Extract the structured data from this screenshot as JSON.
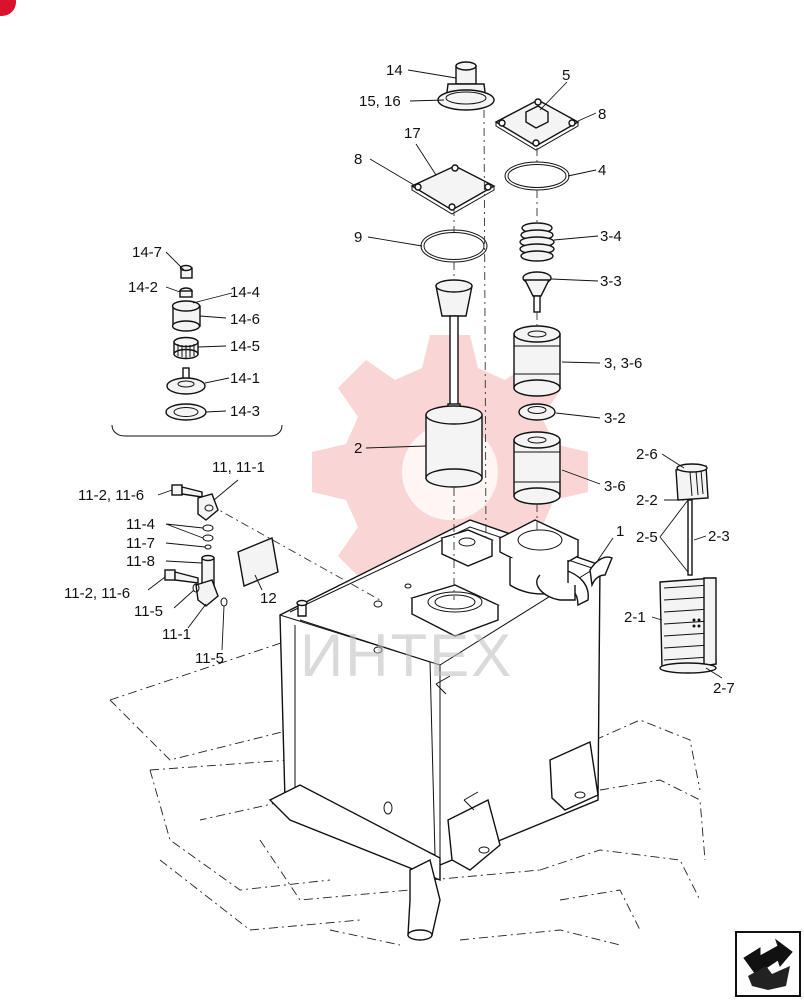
{
  "watermark": {
    "text": "ИНТЕХ",
    "color": "#e8403f"
  },
  "corner_badge": {
    "color": "#d9132c"
  },
  "navigation": {
    "icon": "next-page-arrow-icon"
  },
  "labels": {
    "l14": "14",
    "l15_16": "15, 16",
    "l17": "17",
    "l8a": "8",
    "l8b": "8",
    "l5": "5",
    "l4": "4",
    "l9": "9",
    "l3_4": "3-4",
    "l3_3": "3-3",
    "l3_36": "3, 3-6",
    "l3_2": "3-2",
    "l3_6": "3-6",
    "l2": "2",
    "l1": "1",
    "l2_6": "2-6",
    "l2_2": "2-2",
    "l2_5": "2-5",
    "l2_3": "2-3",
    "l2_1": "2-1",
    "l2_7": "2-7",
    "l14_7": "14-7",
    "l14_2": "14-2",
    "l14_4": "14-4",
    "l14_6": "14-6",
    "l14_5": "14-5",
    "l14_1": "14-1",
    "l14_3": "14-3",
    "l11_111": "11, 11-1",
    "l11_2_116a": "11-2, 11-6",
    "l11_4": "11-4",
    "l11_7": "11-7",
    "l11_8": "11-8",
    "l11_2_116b": "11-2, 11-6",
    "l11_5a": "11-5",
    "l11_1": "11-1",
    "l11_5b": "11-5",
    "l12": "12"
  }
}
